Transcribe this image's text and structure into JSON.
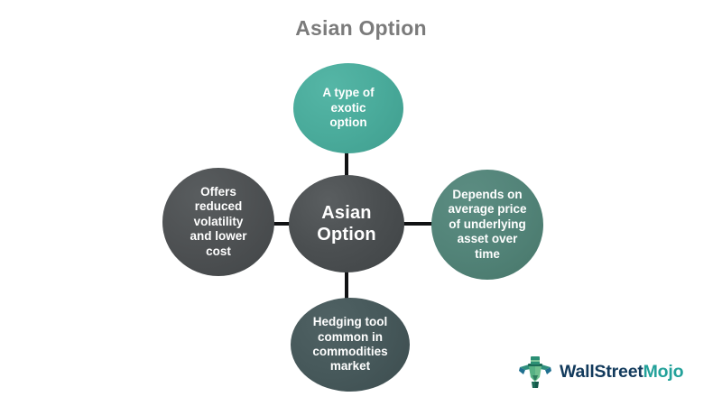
{
  "page": {
    "title": "Asian Option",
    "background_color": "#ffffff"
  },
  "diagram": {
    "type": "hub-and-spoke",
    "center": {
      "label": "Asian\nOption",
      "color": "#4b4f51"
    },
    "nodes": [
      {
        "position": "top",
        "label": "A type of\nexotic\noption",
        "color": "#4aab9b"
      },
      {
        "position": "right",
        "label": "Depends on\naverage price\nof underlying\nasset over\ntime",
        "color": "#528378"
      },
      {
        "position": "bottom",
        "label": "Hedging tool\ncommon in\ncommodities\nmarket",
        "color": "#46585a"
      },
      {
        "position": "left",
        "label": "Offers\nreduced\nvolatility\nand lower\ncost",
        "color": "#4d5052"
      }
    ],
    "connector_color": "#111214"
  },
  "logo": {
    "text_primary": "WallStreet",
    "text_accent": "Mojo",
    "color_primary": "#123a5c",
    "color_accent": "#23a19a",
    "mark": "bull-with-tophat-icon"
  }
}
